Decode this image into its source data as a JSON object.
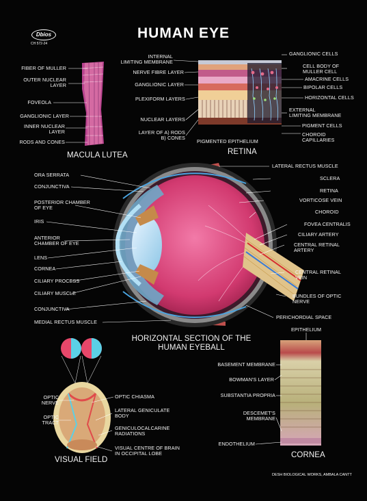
{
  "title": "HUMAN EYE",
  "brand": {
    "logo": "Dbios",
    "code": "CH 572-24"
  },
  "footer": "DESH BIOLOGICAL WORKS, AMBALA CANTT",
  "sections": {
    "macula": "MACULA LUTEA",
    "retina": "RETINA",
    "horizontal": "HORIZONTAL SECTION OF THE\nHUMAN EYEBALL",
    "visual_field": "VISUAL FIELD",
    "cornea": "CORNEA"
  },
  "macula_labels": [
    "FIBER OF MULLER",
    "OUTER NUCLEAR\nLAYER",
    "FOVEOLA",
    "GANGLIONIC LAYER",
    "INNER NUCLEAR\nLAYER",
    "RODS AND CONES"
  ],
  "retina_left_labels": [
    "INTERNAL\nLIMITING MEMBRANE",
    "NERVE FIBRE LAYER",
    "GANGLIONIC LAYER",
    "PLEXIFORM LAYERS",
    "NUCLEAR LAYERS",
    "LAYER OF A) RODS\nB) CONES"
  ],
  "retina_right_labels": [
    "GANGLIONIC CELLS",
    "CELL BODY OF\nMULLER CELL",
    "AMACRINE CELLS",
    "BIPOLAR CELLS",
    "HORIZONTAL CELLS",
    "EXTERNAL\nLIMITING MEMBRANE",
    "PIGMENT CELLS",
    "CHOROID\nCAPILLARIES"
  ],
  "retina_bottom_label": "PIGMENTED EPITHELIUM",
  "eye_left_labels": [
    "ORA SERRATA",
    "CONJUNCTIVA",
    "POSTERIOR CHAMBER\nOF EYE",
    "IRIS",
    "ANTERIOR\nCHAMBER OF EYE",
    "LENS",
    "CORNEA",
    "CILIARY PROCESS",
    "CILIARY MUSCLE",
    "CONJUNCTIVA",
    "MEDIAL RECTUS MUSCLE"
  ],
  "eye_right_labels": [
    "LATERAL RECTUS MUSCLE",
    "SCLERA",
    "RETINA",
    "VORTICOSE VEIN",
    "CHOROID",
    "FOVEA CENTRALIS",
    "CILIARY ARTERY",
    "CENTRAL RETINAL\nARTERY",
    "CENTRAL RETINAL\nVEIN",
    "BUNDLES OF OPTIC\nNERVE",
    "PERICHORDIAL SPACE"
  ],
  "visual_labels": [
    "OPTIC\nNERVE",
    "OPTIC\nTRACT",
    "OPTIC CHIASMA",
    "LATERAL GENICULATE\nBODY",
    "GENICULOCALCARINE\nRADIATIONS",
    "VISUAL CENTRE OF BRAIN\nIN OCCIPITAL LOBE"
  ],
  "cornea_labels": [
    "EPITHELIUM",
    "BASEMENT MEMBRANE",
    "BOWMAN'S LAYER",
    "SUBSTANTIA PROPRIA",
    "DESCEMET'S\nMEMBRANE",
    "ENDOTHELIUM"
  ],
  "colors": {
    "background": "#050505",
    "eyeball": "#c8285e",
    "cornea_blue": "#7fc4e8",
    "nerve": "#f1d27a",
    "muscle": "#c0504d",
    "label_line": "#ffffff"
  }
}
